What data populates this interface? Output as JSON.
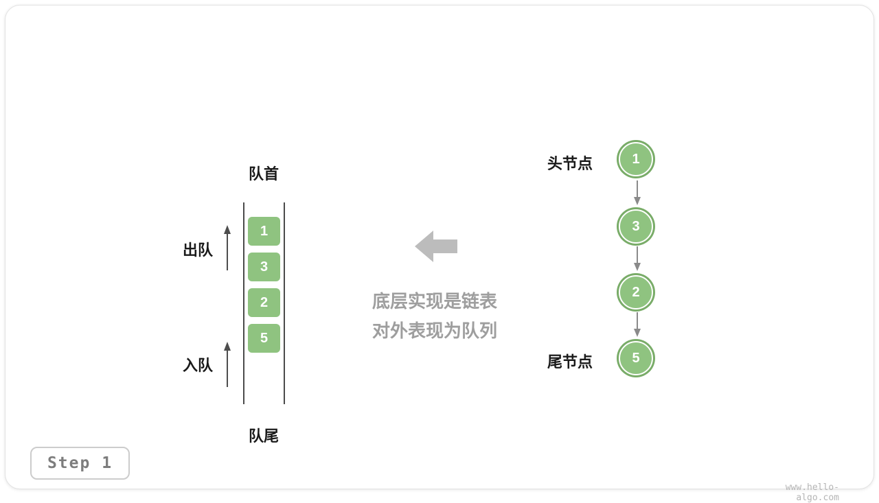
{
  "diagram": {
    "step_badge": "Step 1",
    "watermark": "www.hello-algo.com",
    "queue": {
      "front_label": "队首",
      "rear_label": "队尾",
      "dequeue_label": "出队",
      "enqueue_label": "入队",
      "values": [
        "1",
        "3",
        "2",
        "5"
      ]
    },
    "caption": {
      "line1": "底层实现是链表",
      "line2": "对外表现为队列"
    },
    "linked_list": {
      "head_label": "头节点",
      "tail_label": "尾节点",
      "values": [
        "1",
        "3",
        "2",
        "5"
      ]
    },
    "icons": {
      "dequeue_arrow": "up-arrow",
      "enqueue_arrow": "up-arrow",
      "direction_arrow": "left-arrow",
      "link_arrow": "down-arrow"
    },
    "colors": {
      "node_fill": "#8FC380",
      "node_ring": "#79AC68",
      "direction_arrow_gray": "#BCBCBC",
      "caption_gray": "#9E9E9E",
      "wall_line": "#4A4A4A",
      "link_arrow_gray": "#8A8A8A"
    }
  }
}
